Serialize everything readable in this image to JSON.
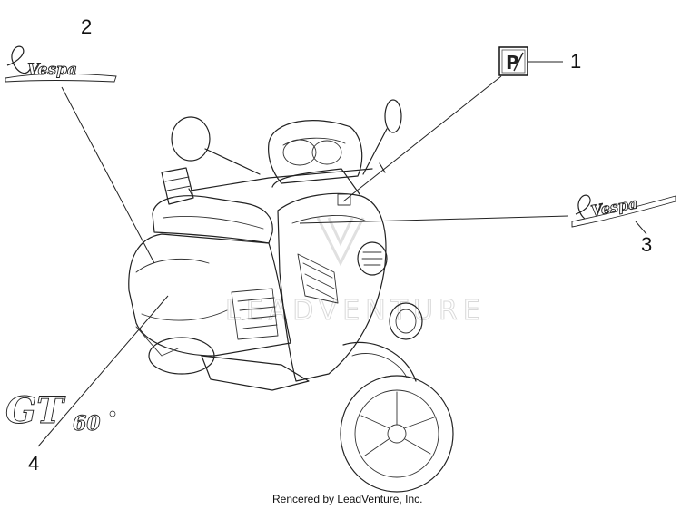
{
  "diagram": {
    "callouts": [
      {
        "id": "1",
        "label": "1"
      },
      {
        "id": "2",
        "label": "2"
      },
      {
        "id": "3",
        "label": "3"
      },
      {
        "id": "4",
        "label": "4"
      }
    ],
    "emblems": {
      "badge_letter": "P",
      "script_logo": "Vespa",
      "model_logo": "GT",
      "model_number": "60"
    },
    "watermark_text": "LEADVENTURE",
    "footer": "Rencered by LeadVenture, Inc."
  }
}
